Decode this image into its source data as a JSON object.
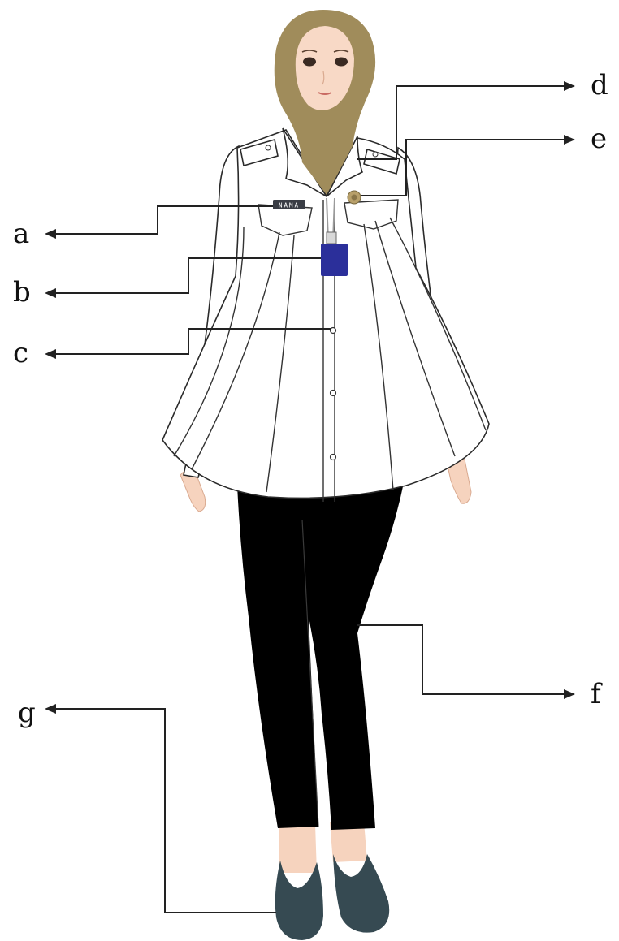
{
  "labels": {
    "a": "a",
    "b": "b",
    "c": "c",
    "d": "d",
    "e": "e",
    "f": "f",
    "g": "g"
  },
  "name_tag_text": "NAMA",
  "colors": {
    "hijab": "#A08C5B",
    "skin": "#F6D3BE",
    "shirt": "#FFFFFF",
    "pants": "#000000",
    "shoes": "#364A52",
    "id_card": "#2B2F9A",
    "name_tag": "#3A3D45",
    "badge": "#B8A06A",
    "lines": "#222222"
  }
}
